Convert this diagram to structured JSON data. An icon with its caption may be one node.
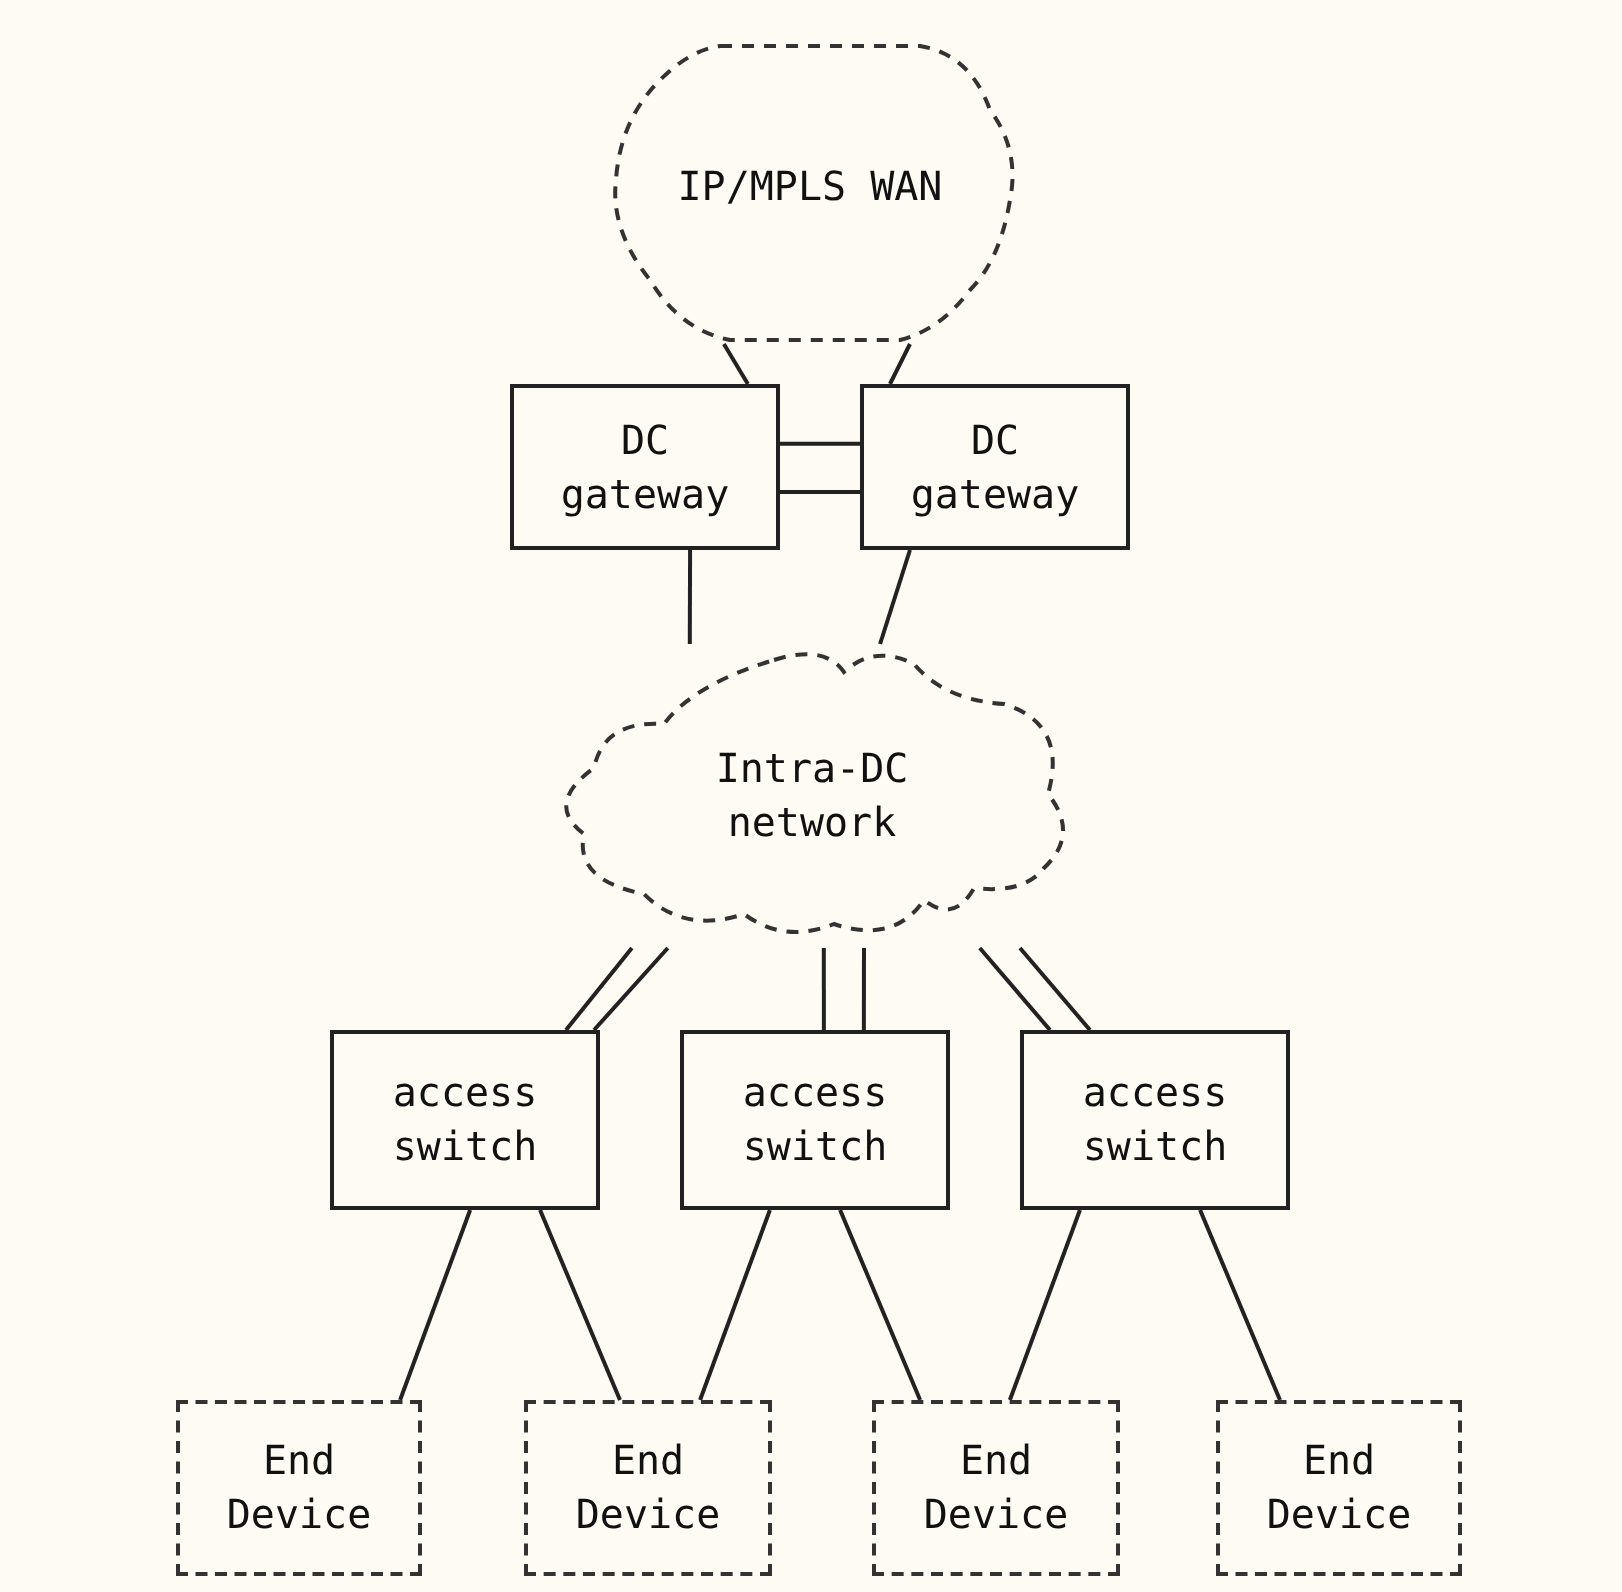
{
  "diagram": {
    "nodes": [
      {
        "text": [
          "IP/MPLS WAN"
        ]
      },
      {
        "text": [
          "DC gateway"
        ]
      },
      {
        "text": [
          "DC gateway"
        ]
      },
      {
        "text": [
          "Intra-DC network"
        ]
      },
      {
        "text": [
          "access switch"
        ]
      },
      {
        "text": [
          "access switch"
        ]
      },
      {
        "text": [
          "access switch"
        ]
      },
      {
        "text": [
          "End Device"
        ]
      },
      {
        "text": [
          "End Device"
        ]
      },
      {
        "text": [
          "End Device"
        ]
      },
      {
        "text": [
          "End Device"
        ]
      }
    ],
    "edges": [
      {
        "from": 0,
        "to": 1,
        "arrow": "none"
      },
      {
        "from": 0,
        "to": 2,
        "arrow": "none"
      },
      {
        "from": 1,
        "to": 2,
        "arrow": "none"
      },
      {
        "from": 1,
        "to": 2,
        "arrow": "none"
      },
      {
        "from": 1,
        "to": 3,
        "arrow": "none"
      },
      {
        "from": 2,
        "to": 3,
        "arrow": "none"
      },
      {
        "from": 3,
        "to": 4,
        "arrow": "none"
      },
      {
        "from": 3,
        "to": 4,
        "arrow": "none"
      },
      {
        "from": 3,
        "to": 5,
        "arrow": "none"
      },
      {
        "from": 3,
        "to": 5,
        "arrow": "none"
      },
      {
        "from": 3,
        "to": 6,
        "arrow": "none"
      },
      {
        "from": 3,
        "to": 6,
        "arrow": "none"
      },
      {
        "from": 4,
        "to": 7,
        "arrow": "none"
      },
      {
        "from": 4,
        "to": 8,
        "arrow": "none"
      },
      {
        "from": 5,
        "to": 8,
        "arrow": "none"
      },
      {
        "from": 5,
        "to": 9,
        "arrow": "none"
      },
      {
        "from": 6,
        "to": 9,
        "arrow": "none"
      },
      {
        "from": 6,
        "to": 10,
        "arrow": "none"
      }
    ]
  }
}
